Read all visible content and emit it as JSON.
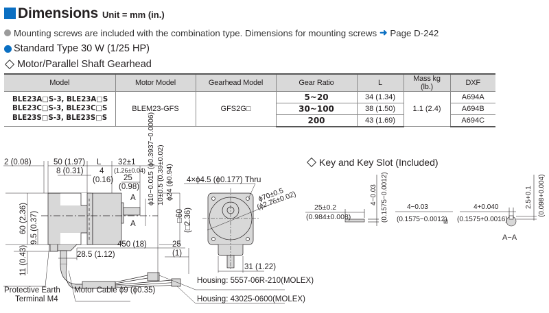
{
  "header": {
    "title": "Dimensions",
    "unit": "Unit = mm (in.)"
  },
  "note": {
    "text": "Mounting screws are included with the combination type. Dimensions for mounting screws",
    "arrow": "➜",
    "page_ref": "Page D-242"
  },
  "subheading": "Standard Type 30 W (1/25 HP)",
  "section": "Motor/Parallel Shaft Gearhead",
  "table": {
    "headers": [
      "Model",
      "Motor Model",
      "Gearhead Model",
      "Gear Ratio",
      "L",
      "Mass kg (lb.)",
      "DXF"
    ],
    "models": [
      "BLE23A□S-3, BLE23A□S",
      "BLE23C□S-3, BLE23C□S",
      "BLE23S□S-3, BLE23S□S"
    ],
    "motor_model": "BLEM23-GFS",
    "gearhead_model": "GFS2G□",
    "mass": "1.1 (2.4)",
    "rows": [
      {
        "gear_ratio": "5~20",
        "L": "34 (1.34)",
        "dxf": "A694A"
      },
      {
        "gear_ratio": "30~100",
        "L": "38 (1.50)",
        "dxf": "A694B"
      },
      {
        "gear_ratio": "200",
        "L": "43 (1.69)",
        "dxf": "A694C"
      }
    ]
  },
  "key_section": "Key and Key Slot (Included)",
  "drawing": {
    "dims": {
      "d_2": "2 (0.08)",
      "d_50": "50 (1.97)",
      "d_L": "L",
      "d_32": "32±1",
      "d_32_in": "(1.26±0.04)",
      "d_8": "8 (0.31)",
      "d_4": "4",
      "d_4_in": "(0.16)",
      "d_25": "25",
      "d_25_in": "(0.98)",
      "d_shaft": "ϕ10−0.015 (ϕ0.3937−0.0006)",
      "d_10": "10±0.5 (0.39±0.02)",
      "d_24": "ϕ24 (ϕ0.94)",
      "d_sq60": "□60",
      "d_sq236": "(□2.36)",
      "d_60": "60 (2.36)",
      "d_95": "9.5 (0.37)",
      "d_11": "11 (0.43)",
      "d_450": "450 (18)",
      "d_25b": "25",
      "d_25b_in": "(1)",
      "d_285": "28.5 (1.12)",
      "d_holes": "4×ϕ4.5 (ϕ0.177) Thru",
      "d_70": "ϕ70±0.5",
      "d_70_in": "(ϕ2.76±0.02)",
      "d_31": "31 (1.22)",
      "section_mark": "A",
      "pe_terminal_1": "Protective Earth",
      "pe_terminal_2": "Terminal M4",
      "motor_cable": "Motor Cable ϕ9 (ϕ0.35)",
      "housing_1": "Housing: 5557-06R-210(MOLEX)",
      "housing_2": "Housing: 43025-0600(MOLEX)"
    },
    "key": {
      "len": "25±0.2",
      "len_in": "(0.984±0.008)",
      "height": "4−0.03",
      "height_in": "(0.1575−0.0012)",
      "width": "4−0.03",
      "width_in": "(0.1575−0.0012)",
      "slot": "4+0.040",
      "slot_in": "(0.1575+0.0016)",
      "depth": "2.5+0.1",
      "depth_in": "(0.098+0.004)",
      "section_label": "A−A"
    }
  }
}
